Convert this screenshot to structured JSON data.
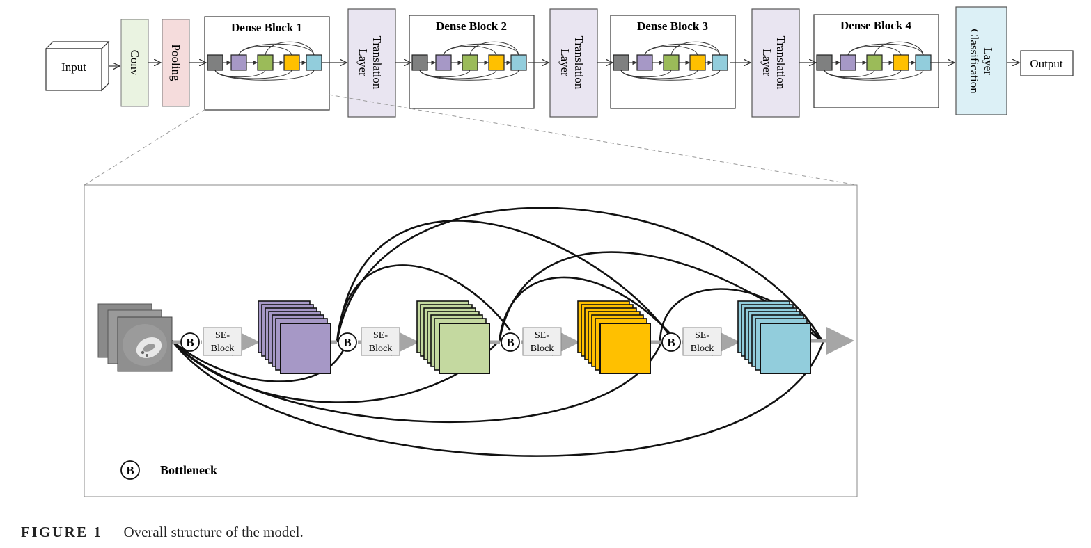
{
  "top": {
    "input_label": "Input",
    "conv_label": "Conv",
    "pooling_label": "Pooling",
    "dense_blocks": [
      "Dense Block 1",
      "Dense Block 2",
      "Dense Block 3",
      "Dense Block 4"
    ],
    "transition_label": [
      "Translation",
      "Layer"
    ],
    "classification_label": [
      "Classification",
      "Layer"
    ],
    "output_label": "Output"
  },
  "detail": {
    "se_block_label": [
      "SE-",
      "Block"
    ],
    "bottleneck_symbol": "B",
    "legend_label": "Bottleneck"
  },
  "caption": {
    "label": "FIGURE 1",
    "text": "Overall structure of the model."
  },
  "colors": {
    "conv": "#eaf3e1",
    "pooling": "#f5dcdc",
    "transition": "#e9e5f1",
    "classification": "#dcf0f6",
    "gray": "#7f8080",
    "purple": "#a698c6",
    "green": "#9bbb59",
    "light_green": "#c4d9a0",
    "yellow": "#ffc000",
    "blue": "#92cddc",
    "se_block": "#efefef",
    "thick_arrow": "#a6a6a6"
  }
}
